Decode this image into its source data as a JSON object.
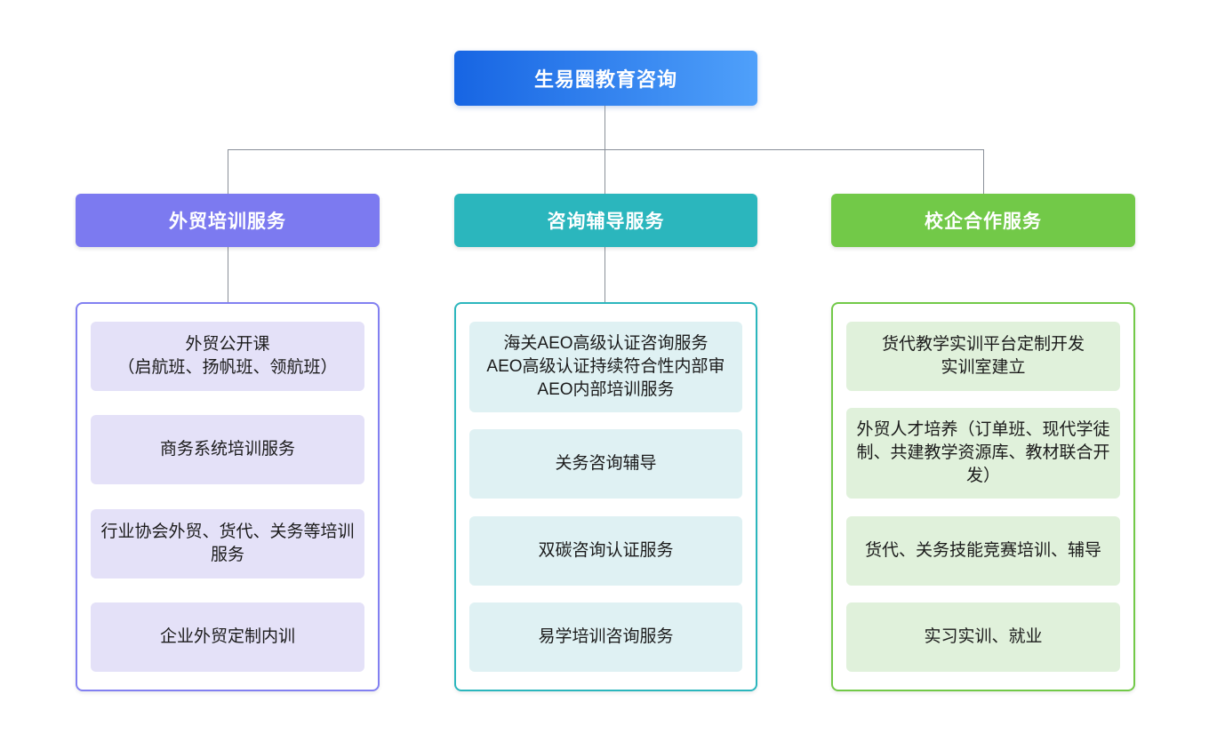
{
  "root": {
    "label": "生易圈教育咨询",
    "gradient_start": "#1765e3",
    "gradient_end": "#4fa0fa"
  },
  "connector_color": "#8a9099",
  "branches": [
    {
      "label": "外贸培训服务",
      "header_color": "#7c7af0",
      "border_color": "#8280f1",
      "item_bg": "#e4e1f8",
      "items": [
        {
          "text": "外贸公开课\n（启航班、扬帆班、领航班）"
        },
        {
          "text": "商务系统培训服务"
        },
        {
          "text": "行业协会外贸、货代、关务等培训服务"
        },
        {
          "text": "企业外贸定制内训"
        }
      ]
    },
    {
      "label": "咨询辅导服务",
      "header_color": "#2bb6bd",
      "border_color": "#2bb6bd",
      "item_bg": "#dff1f3",
      "items": [
        {
          "text": "海关AEO高级认证咨询服务\nAEO高级认证持续符合性内部审\nAEO内部培训服务"
        },
        {
          "text": "关务咨询辅导"
        },
        {
          "text": "双碳咨询认证服务"
        },
        {
          "text": "易学培训咨询服务"
        }
      ]
    },
    {
      "label": "校企合作服务",
      "header_color": "#72c948",
      "border_color": "#72c948",
      "item_bg": "#e0f1db",
      "items": [
        {
          "text": "货代教学实训平台定制开发\n实训室建立"
        },
        {
          "text": "外贸人才培养（订单班、现代学徒制、共建教学资源库、教材联合开发）"
        },
        {
          "text": "货代、关务技能竞赛培训、辅导"
        },
        {
          "text": "实习实训、就业"
        }
      ]
    }
  ]
}
